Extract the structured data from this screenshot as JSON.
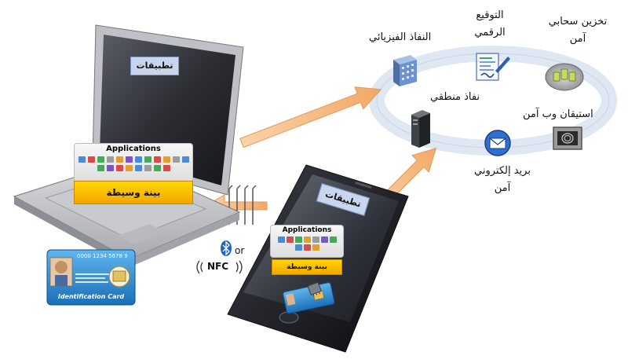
{
  "laptop": {
    "screen_label": "تطبيقات",
    "apps_title": "Applications",
    "middleware_label": "بينة وسيطة"
  },
  "phone": {
    "screen_label": "تطبيقات",
    "apps_title": "Applications",
    "middleware_label": "بينة وسيطة"
  },
  "id_card": {
    "number": "0000 1234 5678 9",
    "title": "Identification Card"
  },
  "wireless": {
    "or_label": "or",
    "nfc_label": "NFC"
  },
  "services": {
    "physical_access": "النفاذ الفيزيائي",
    "digital_signature_l1": "التوقيع",
    "digital_signature_l2": "الرقمي",
    "cloud_storage_l1": "تخزين سحابي",
    "cloud_storage_l2": "آمن",
    "logical_access": "نفاذ منطقي",
    "web_auth": "استيقان وب آمن",
    "email_l1": "بريد إلكتروني",
    "email_l2": "آمن"
  },
  "colors": {
    "arrow": "#f6c18c",
    "ring": "#dfe7f2",
    "middleware": "#ffcc00",
    "apps_box": "#c8d6ee",
    "card": "#2a8fd6"
  }
}
